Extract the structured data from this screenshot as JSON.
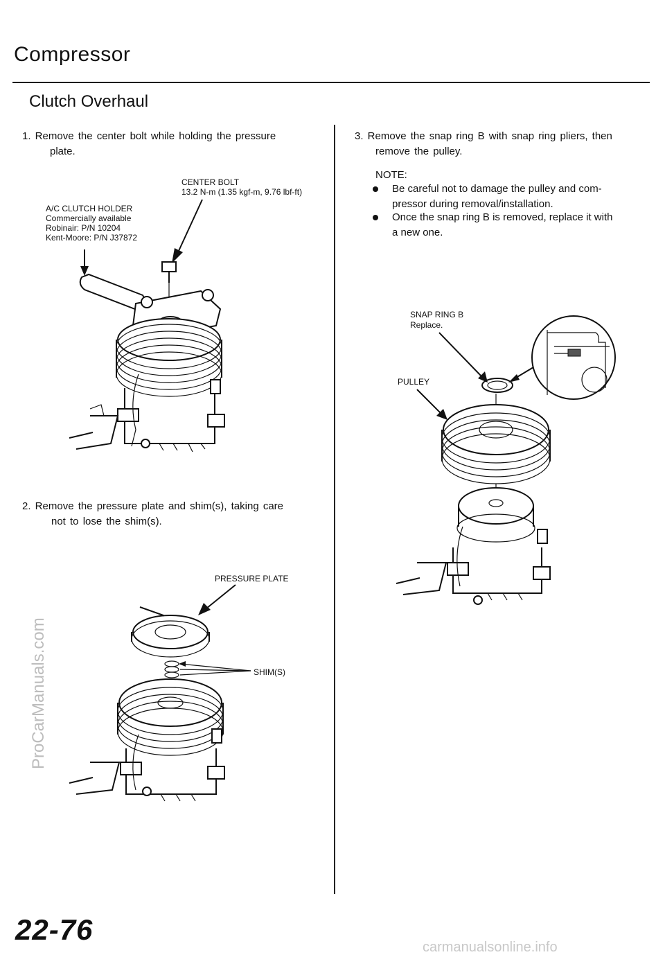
{
  "header": {
    "title": "Compressor",
    "subtitle": "Clutch Overhaul"
  },
  "left": {
    "step1": {
      "line1": "1.    Remove  the  center  bolt  while  holding  the  pressure",
      "line2": "plate."
    },
    "fig1": {
      "center_bolt": "CENTER BOLT",
      "center_bolt_torque": "13.2 N-m (1.35 kgf-m, 9.76 lbf-ft)",
      "holder_title": "A/C CLUTCH HOLDER",
      "holder_avail": "Commercially  available",
      "holder_robinair": "Robinair:  P/N  10204",
      "holder_kentmoore": "Kent-Moore:  P/N  J37872"
    },
    "step2": {
      "line1": "2.    Remove the pressure plate and shim(s), taking care",
      "line2": "not to lose the shim(s)."
    },
    "fig2": {
      "pressure_plate": "PRESSURE PLATE",
      "shims": "SHIM(S)"
    }
  },
  "right": {
    "step3": {
      "line1": "3.    Remove  the  snap  ring  B  with  snap  ring  pliers,  then",
      "line2": "remove  the  pulley."
    },
    "note_label": "NOTE:",
    "notes": [
      {
        "line1": "Be  careful  not  to  damage  the  pulley  and  com-",
        "line2": "pressor  during  removal/installation."
      },
      {
        "line1": "Once  the  snap  ring  B  is  removed,  replace  it  with",
        "line2": "a  new  one."
      }
    ],
    "fig3": {
      "snap_ring": "SNAP RING B",
      "snap_ring_note": "Replace.",
      "pulley": "PULLEY"
    }
  },
  "footer": {
    "page_number": "22-76",
    "watermark_side": "ProCarManuals.com",
    "watermark_bottom": "carmanualsonline.info"
  }
}
